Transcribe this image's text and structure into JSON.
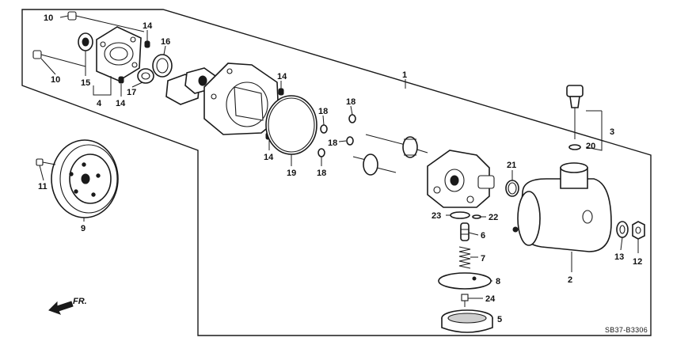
{
  "diagram": {
    "code": "SB37-B3306",
    "direction_label": "FR.",
    "callouts": [
      "10",
      "10",
      "15",
      "4",
      "14",
      "14",
      "16",
      "17",
      "1",
      "14",
      "18",
      "18",
      "18",
      "18",
      "19",
      "14",
      "3",
      "20",
      "11",
      "9",
      "21",
      "23",
      "22",
      "6",
      "7",
      "8",
      "24",
      "5",
      "2",
      "13",
      "12"
    ]
  }
}
